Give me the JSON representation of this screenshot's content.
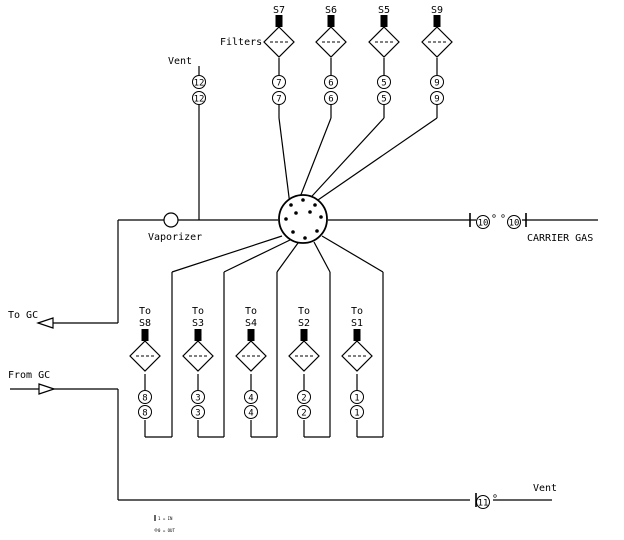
{
  "labels": {
    "filters": "Filters",
    "vent_top": "Vent",
    "vaporizer": "Vaporizer",
    "carrier_gas": "CARRIER GAS",
    "to_gc": "To GC",
    "from_gc": "From GC",
    "vent_bottom": "Vent",
    "legend_in": "1 = IN",
    "legend_out": "0 = OUT"
  },
  "top_filters": [
    {
      "stream": "S7",
      "valve": "7"
    },
    {
      "stream": "S6",
      "valve": "6"
    },
    {
      "stream": "S5",
      "valve": "5"
    },
    {
      "stream": "S9",
      "valve": "9"
    }
  ],
  "bottom_filters": [
    {
      "to": "To",
      "stream": "S8",
      "valve": "8"
    },
    {
      "to": "To",
      "stream": "S3",
      "valve": "3"
    },
    {
      "to": "To",
      "stream": "S4",
      "valve": "4"
    },
    {
      "to": "To",
      "stream": "S2",
      "valve": "2"
    },
    {
      "to": "To",
      "stream": "S1",
      "valve": "1"
    }
  ],
  "vent_valve": "12",
  "carrier_valve": "10",
  "bottom_vent_valve": "11"
}
